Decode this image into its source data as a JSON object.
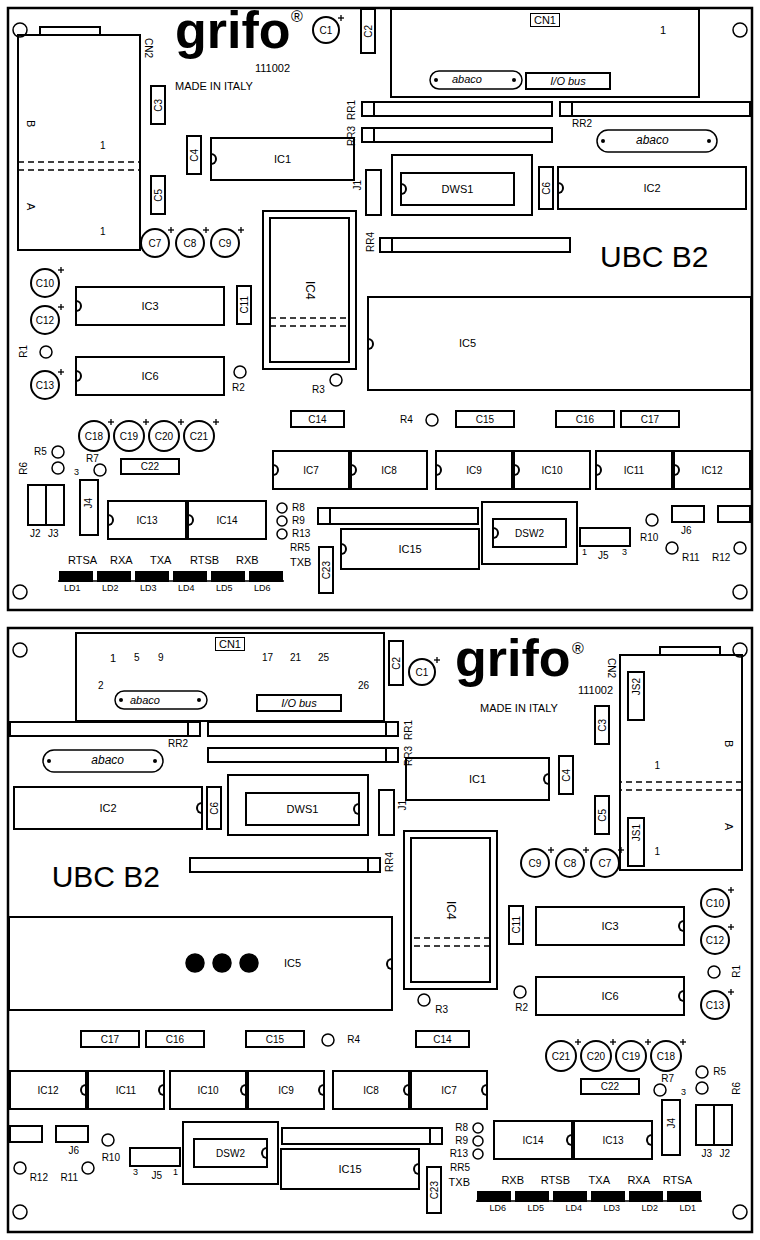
{
  "diagram": {
    "nodes": [
      {
        "text": [
          "CN1"
        ]
      },
      {
        "text": [
          "I/O bus"
        ],
        "in": 0
      },
      {
        "text": [
          "C2"
        ]
      },
      {
        "text": [
          "C1"
        ]
      },
      {
        "text": [
          "C3"
        ]
      },
      {
        "text": [
          "C4"
        ]
      },
      {
        "text": [
          "C5"
        ]
      },
      {
        "text": [
          "IC1"
        ]
      },
      {
        "text": [
          "DWS1"
        ]
      },
      {
        "text": [
          "C6"
        ]
      },
      {
        "text": [
          "IC2"
        ]
      },
      {
        "text": [
          "IC4"
        ]
      },
      {
        "text": [
          "C7"
        ]
      },
      {
        "text": [
          "C8"
        ]
      },
      {
        "text": [
          "C9"
        ]
      },
      {
        "text": [
          "C10"
        ]
      },
      {
        "text": [
          "IC3"
        ]
      },
      {
        "text": [
          "C11"
        ]
      },
      {
        "text": [
          "C12"
        ]
      },
      {
        "text": [
          "IC6"
        ]
      },
      {
        "text": [
          "C13"
        ]
      },
      {
        "text": [
          "IC5"
        ]
      },
      {
        "text": [
          "C14"
        ]
      },
      {
        "text": [
          "C15"
        ]
      },
      {
        "text": [
          "C16"
        ]
      },
      {
        "text": [
          "C17"
        ]
      },
      {
        "text": [
          "C18"
        ]
      },
      {
        "text": [
          "C19"
        ]
      },
      {
        "text": [
          "C20"
        ]
      },
      {
        "text": [
          "C21"
        ]
      },
      {
        "text": [
          "C22"
        ]
      },
      {
        "text": [
          "IC7"
        ]
      },
      {
        "text": [
          "IC8"
        ]
      },
      {
        "text": [
          "IC9"
        ]
      },
      {
        "text": [
          "IC10"
        ]
      },
      {
        "text": [
          "IC11"
        ]
      },
      {
        "text": [
          "IC12"
        ]
      },
      {
        "text": [
          "IC13"
        ]
      },
      {
        "text": [
          "IC14"
        ]
      },
      {
        "text": [
          "DSW2"
        ]
      },
      {
        "text": [
          "IC15"
        ]
      },
      {
        "text": [
          "C23"
        ]
      },
      {
        "text": [
          "CN1"
        ]
      },
      {
        "text": [
          "I/O bus"
        ],
        "in": 42
      },
      {
        "text": [
          "C2"
        ]
      },
      {
        "text": [
          "C1"
        ]
      },
      {
        "text": [
          "C3"
        ]
      },
      {
        "text": [
          "C4"
        ]
      },
      {
        "text": [
          "C5"
        ]
      },
      {
        "text": [
          "IC1"
        ]
      },
      {
        "text": [
          "DWS1"
        ]
      },
      {
        "text": [
          "C6"
        ]
      },
      {
        "text": [
          "IC2"
        ]
      },
      {
        "text": [
          "IC4"
        ]
      },
      {
        "text": [
          "C7"
        ]
      },
      {
        "text": [
          "C8"
        ]
      },
      {
        "text": [
          "C9"
        ]
      },
      {
        "text": [
          "C10"
        ]
      },
      {
        "text": [
          "IC3"
        ]
      },
      {
        "text": [
          "C11"
        ]
      },
      {
        "text": [
          "C12"
        ]
      },
      {
        "text": [
          "IC6"
        ]
      },
      {
        "text": [
          "C13"
        ]
      },
      {
        "text": [
          "IC5"
        ]
      },
      {
        "text": [
          "C14"
        ]
      },
      {
        "text": [
          "C15"
        ]
      },
      {
        "text": [
          "C16"
        ]
      },
      {
        "text": [
          "C17"
        ]
      },
      {
        "text": [
          "C18"
        ]
      },
      {
        "text": [
          "C19"
        ]
      },
      {
        "text": [
          "C20"
        ]
      },
      {
        "text": [
          "C21"
        ]
      },
      {
        "text": [
          "C22"
        ]
      },
      {
        "text": [
          "IC7"
        ]
      },
      {
        "text": [
          "IC8"
        ]
      },
      {
        "text": [
          "IC9"
        ]
      },
      {
        "text": [
          "IC10"
        ]
      },
      {
        "text": [
          "IC11"
        ]
      },
      {
        "text": [
          "IC12"
        ]
      },
      {
        "text": [
          "IC13"
        ]
      },
      {
        "text": [
          "IC14"
        ]
      },
      {
        "text": [
          "DSW2"
        ]
      },
      {
        "text": [
          "IC15"
        ]
      },
      {
        "text": [
          "C23"
        ]
      }
    ],
    "labels": [
      "grifo",
      "®",
      "111002",
      "MADE IN ITALY",
      "1",
      "abaco",
      "abaco",
      "CN2",
      "B",
      "A",
      "1",
      "1",
      "RR1",
      "RR2",
      "RR3",
      "J1",
      "RR4",
      "UBC B2",
      "R1",
      "R2",
      "R3",
      "R4",
      "R5",
      "R6",
      "R7",
      "3",
      "J2",
      "J3",
      "J4",
      "R8",
      "R9",
      "R13",
      "RR5",
      "TXB",
      "1",
      "3",
      "J5",
      "R10",
      "J6",
      "R11",
      "R12",
      "RTSA",
      "RXA",
      "TXA",
      "RTSB",
      "RXB",
      "LD1",
      "LD2",
      "LD3",
      "LD4",
      "LD5",
      "LD6",
      "grifo",
      "®",
      "111002",
      "MADE IN ITALY",
      "1",
      "abaco",
      "abaco",
      "CN2",
      "B",
      "A",
      "1",
      "1",
      "RR1",
      "RR2",
      "RR3",
      "J1",
      "RR4",
      "UBC B2",
      "R1",
      "R2",
      "R3",
      "R4",
      "R5",
      "R6",
      "R7",
      "3",
      "J2",
      "J3",
      "J4",
      "R8",
      "R9",
      "R13",
      "RR5",
      "TXB",
      "1",
      "3",
      "J5",
      "R10",
      "J6",
      "R11",
      "R12",
      "RTSA",
      "RXA",
      "TXA",
      "RTSB",
      "RXB",
      "LD1",
      "LD2",
      "LD3",
      "LD4",
      "LD5",
      "LD6",
      "5",
      "9",
      "17",
      "21",
      "25",
      "2",
      "26",
      "JS2",
      "JS1"
    ]
  }
}
